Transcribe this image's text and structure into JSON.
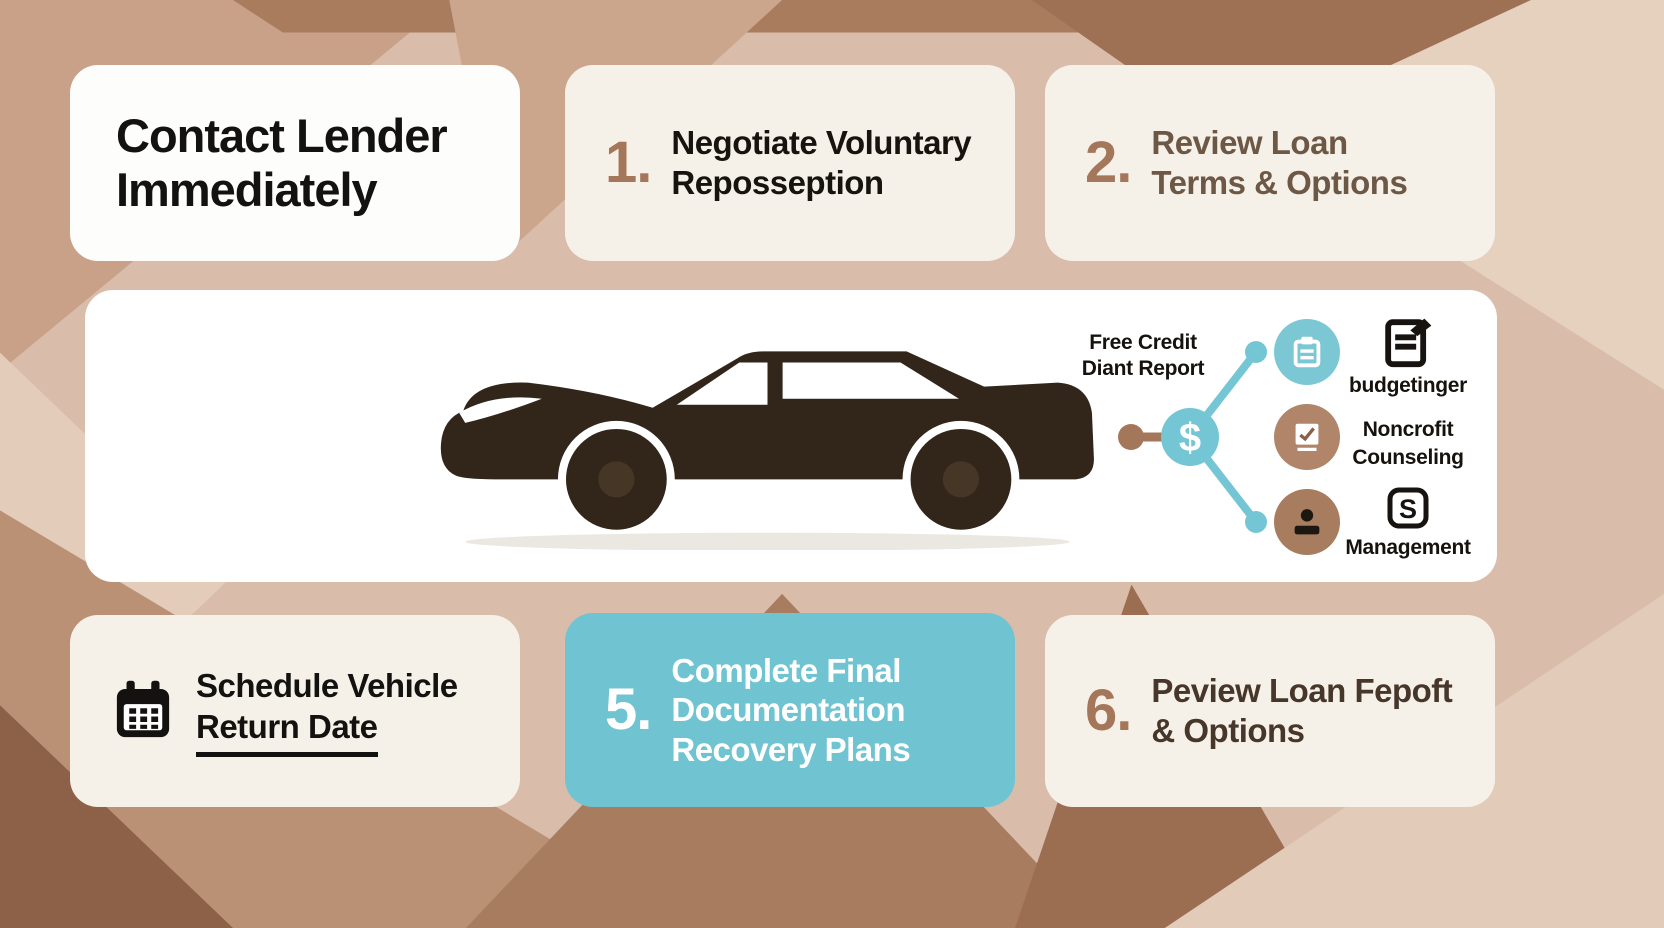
{
  "cards": {
    "contact": {
      "lines": [
        "Contact Lender",
        "Immediately"
      ]
    },
    "step1": {
      "number": "1.",
      "lines": [
        "Negotiate Voluntary",
        "Reposseption"
      ]
    },
    "step2": {
      "number": "2.",
      "lines": [
        "Review Loan",
        "Terms & Options"
      ]
    },
    "schedule": {
      "line1": "Schedule Vehicle",
      "line2": "Return Date"
    },
    "step5": {
      "number": "5.",
      "lines": [
        "Complete Final",
        "Documentation",
        "Recovery Plans"
      ]
    },
    "step6": {
      "number": "6.",
      "lines": [
        "Peview Loan Fepoft",
        "& Options"
      ]
    }
  },
  "banner": {
    "credit_note_lines": [
      "Free Credit",
      "Diant Report"
    ],
    "hub_symbol": "$",
    "dollar_square_symbol": "S",
    "legend": [
      {
        "label": "budgetinger"
      },
      {
        "label_line1": "Noncrofit",
        "label_line2": "Counseling"
      },
      {
        "label": "Management"
      }
    ]
  },
  "colors": {
    "teal": "#72c5d3",
    "accent_brown": "#a5775a",
    "card_cream": "#f6f1e8",
    "banner_white": "#ffffff",
    "car_brown": "#32261a"
  }
}
